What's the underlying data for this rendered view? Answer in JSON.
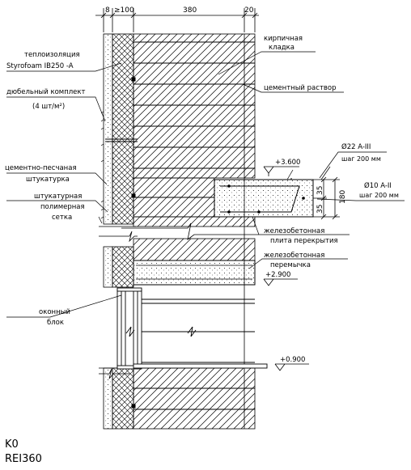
{
  "dimensions": {
    "d1": "8",
    "d2": "≥100",
    "d3": "380",
    "d4": "20",
    "slab_h": "180",
    "slab_35a": "35",
    "slab_35b": "35"
  },
  "labels": {
    "insulation_l1": "теплоизоляция",
    "insulation_l2": "Styrofoam IB250 -A",
    "dowel_l1": "дюбельный комплект",
    "dowel_l2": "(4 шт/м²)",
    "plaster_l1": "цементно-песчаная",
    "plaster_l2": "штукатурка",
    "mesh_l1": "штукатурная",
    "mesh_l2": "полимерная",
    "mesh_l3": "сетка",
    "window_l1": "оконный",
    "window_l2": "блок",
    "brick_l1": "кирпичная",
    "brick_l2": "кладка",
    "mortar": "цементный раствор",
    "rebar1_l1": "Ø22 A-III",
    "rebar1_l2": "шаг 200 мм",
    "rebar2_l1": "Ø10 A-II",
    "rebar2_l2": "шаг 200 мм",
    "slab_l1": "железобетонная",
    "slab_l2": "плита перекрытия",
    "lintel_l1": "железобетонная",
    "lintel_l2": "перемычка",
    "level1": "+3.600",
    "level2": "+2.900",
    "level3": "+0.900"
  },
  "classification": {
    "line1": "K0",
    "line2": "REI360"
  }
}
